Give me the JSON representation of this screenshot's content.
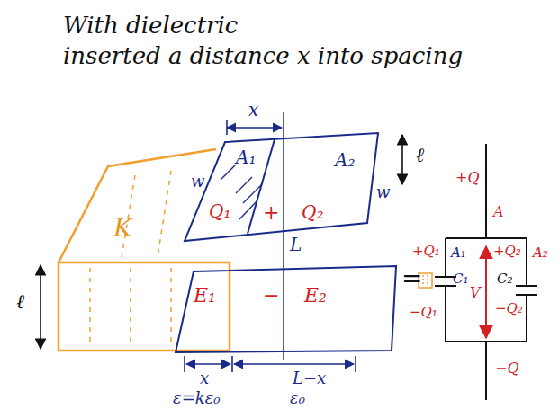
{
  "diagram": {
    "title": "With dielectric inserted a distance x into spacing",
    "labels": [
      "x",
      "A₁",
      "A₂",
      "ℓ",
      "w",
      "w",
      "K",
      "Q₁",
      "+",
      "Q₂",
      "L",
      "ℓ",
      "E₁",
      "−",
      "E₂",
      "x",
      "L−x",
      "ε=kε₀",
      "ε₀",
      "=",
      "+Q",
      "A",
      "+Q₁",
      "A₁",
      "+Q₂",
      "A₂",
      "C₁",
      "V",
      "C₂",
      "−Q₁",
      "−Q₂",
      "−Q"
    ]
  }
}
